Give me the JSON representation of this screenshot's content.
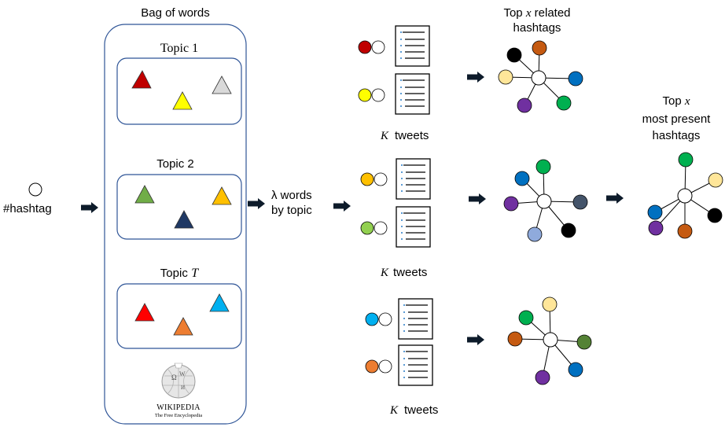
{
  "bag_title": "Bag of words",
  "topics": [
    {
      "label": "Topic 1",
      "triangle_colors": [
        "#c00000",
        "#ffff00",
        "#d9d9d9"
      ]
    },
    {
      "label": "Topic 2",
      "triangle_colors": [
        "#70ad47",
        "#1f3864",
        "#ffc000"
      ]
    },
    {
      "label_prefix": "Topic",
      "label_var": "T",
      "triangle_colors": [
        "#ff0000",
        "#ed7d31",
        "#00b0f0"
      ]
    }
  ],
  "wikipedia": {
    "name": "WIKIPEDIA",
    "tagline": "The Free Encyclopedia",
    "logo": "wikipedia-globe-logo"
  },
  "hashtag_label": "#hashtag",
  "lambda_line1": "λ words",
  "lambda_line2": "by topic",
  "groups": [
    {
      "tweets_var": "K",
      "tweets_text": "tweets",
      "dot_colors": [
        "#c00000",
        "#ffff00"
      ],
      "related_colors": [
        "#000000",
        "#c55a11",
        "#0070c0",
        "#00b050",
        "#7030a0",
        "#ffe699"
      ]
    },
    {
      "tweets_var": "K",
      "tweets_text": "tweets",
      "dot_colors": [
        "#ffc000",
        "#92d050"
      ],
      "related_colors": [
        "#0070c0",
        "#00b050",
        "#44546a",
        "#000000",
        "#8faadc",
        "#7030a0"
      ]
    },
    {
      "tweets_var": "K",
      "tweets_text": "tweets",
      "dot_colors": [
        "#00b0f0",
        "#ed7d31"
      ],
      "related_colors": [
        "#ffe699",
        "#00b050",
        "#548235",
        "#0070c0",
        "#7030a0",
        "#c55a11"
      ]
    }
  ],
  "related_title_prefix": "Top",
  "related_title_var": "x",
  "related_title_suffix": "related",
  "related_title_line2": "hashtags",
  "present_title_prefix": "Top",
  "present_title_var": "x",
  "present_title_line2": "most present",
  "present_title_line3": "hashtags",
  "present_colors": [
    "#00b050",
    "#ffe699",
    "#000000",
    "#c55a11",
    "#7030a0",
    "#0070c0"
  ],
  "colors": {
    "box_border": "#2f5597",
    "arrow": "#0d1b2a"
  }
}
